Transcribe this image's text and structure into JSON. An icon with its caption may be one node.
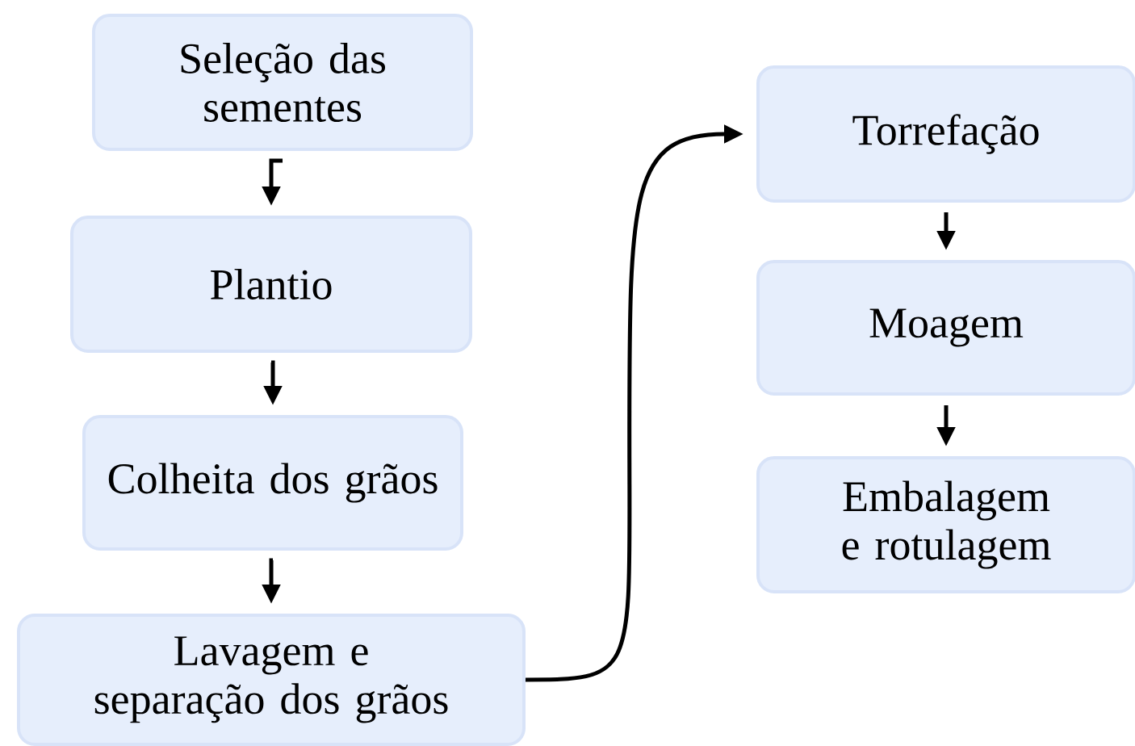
{
  "diagram": {
    "nodes": [
      {
        "text": [
          "Seleção das sementes"
        ]
      },
      {
        "text": [
          "Plantio"
        ]
      },
      {
        "text": [
          "Colheita dos grãos"
        ]
      },
      {
        "text": [
          "Lavagem e separação dos grãos"
        ]
      },
      {
        "text": [
          "Torrefação"
        ]
      },
      {
        "text": [
          "Moagem"
        ]
      },
      {
        "text": [
          "Embalagem e rotulagem"
        ]
      }
    ],
    "edges": [
      {
        "from": 0,
        "to": 1,
        "arrow": "to"
      },
      {
        "from": 1,
        "to": 2,
        "arrow": "to"
      },
      {
        "from": 2,
        "to": 3,
        "arrow": "to"
      },
      {
        "from": 3,
        "to": 4,
        "arrow": "to"
      },
      {
        "from": 4,
        "to": 5,
        "arrow": "to"
      },
      {
        "from": 5,
        "to": 6,
        "arrow": "to"
      }
    ]
  }
}
